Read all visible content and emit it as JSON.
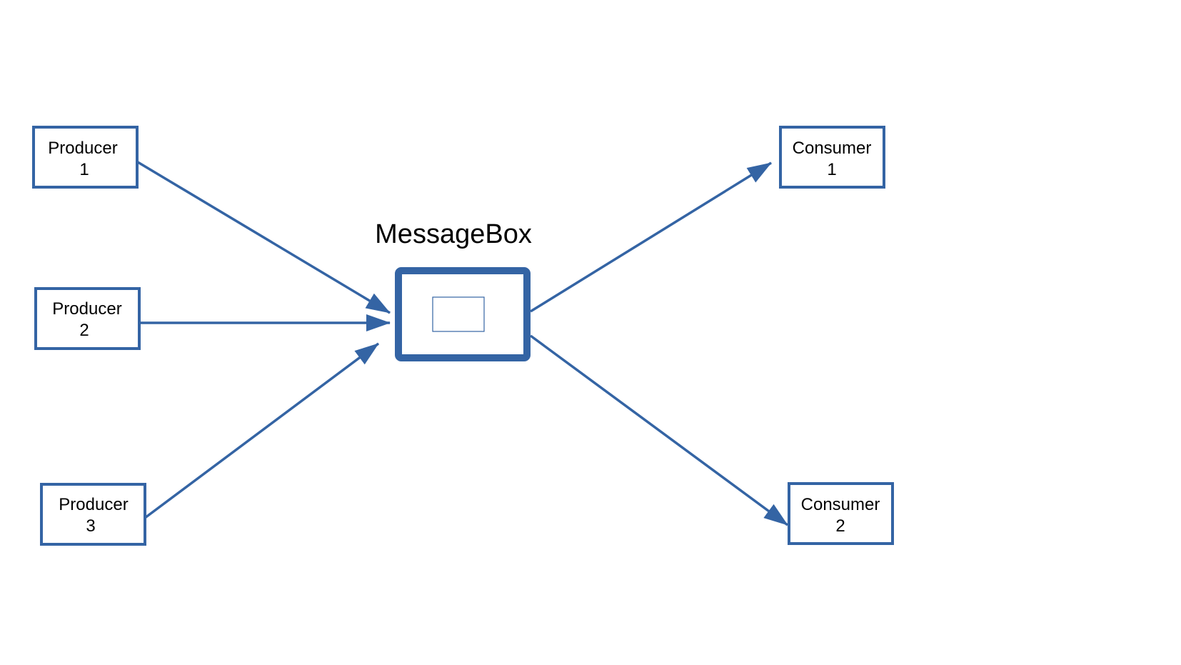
{
  "colors": {
    "stroke": "#3464a4",
    "text": "#000000",
    "background": "#ffffff"
  },
  "message_box": {
    "label": "MessageBox"
  },
  "producers": [
    {
      "line1": "Producer",
      "line2": "1"
    },
    {
      "line1": "Producer",
      "line2": "2"
    },
    {
      "line1": "Producer",
      "line2": "3"
    }
  ],
  "consumers": [
    {
      "line1": "Consumer",
      "line2": "1"
    },
    {
      "line1": "Consumer",
      "line2": "2"
    }
  ]
}
